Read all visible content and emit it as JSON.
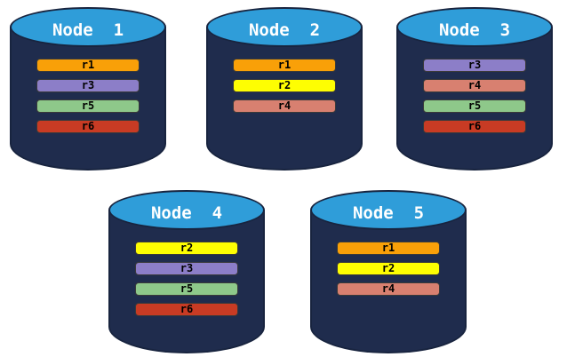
{
  "colors": {
    "background": "#ffffff",
    "cylinder_body": "#1f2c4d",
    "cylinder_outline": "#18243f",
    "cylinder_top": "#2f9dd9",
    "title_text": "#ffffff",
    "bar_text": "#000000",
    "bar_border": "#3a3a3a"
  },
  "replica_colors": {
    "r1": "#f9a008",
    "r2": "#fefe02",
    "r3": "#8c7ec8",
    "r4": "#d88070",
    "r5": "#8ec88a",
    "r6": "#c83b24"
  },
  "nodes": [
    {
      "title": "Node  1",
      "replicas": [
        "r1",
        "r3",
        "r5",
        "r6"
      ]
    },
    {
      "title": "Node  2",
      "replicas": [
        "r1",
        "r2",
        "r4"
      ]
    },
    {
      "title": "Node  3",
      "replicas": [
        "r3",
        "r4",
        "r5",
        "r6"
      ]
    },
    {
      "title": "Node  4",
      "replicas": [
        "r2",
        "r3",
        "r5",
        "r6"
      ]
    },
    {
      "title": "Node  5",
      "replicas": [
        "r1",
        "r2",
        "r4"
      ]
    }
  ]
}
